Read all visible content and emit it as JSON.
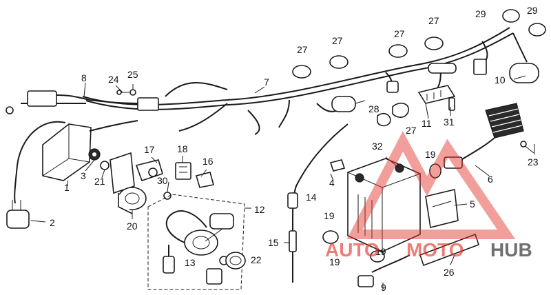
{
  "labels": {
    "l1": "1",
    "l2": "2",
    "l3": "3",
    "l4": "4",
    "l5": "5",
    "l6": "6",
    "l7": "7",
    "l8": "8",
    "l9": "9",
    "l10": "10",
    "l11": "11",
    "l12": "12",
    "l13": "13",
    "l14": "14",
    "l15": "15",
    "l16": "16",
    "l17": "17",
    "l18": "18",
    "l19a": "19",
    "l19b": "19",
    "l19c": "19",
    "l19d": "19",
    "l20": "20",
    "l21": "21",
    "l22": "22",
    "l23": "23",
    "l24": "24",
    "l25": "25",
    "l26": "26",
    "l27a": "27",
    "l27b": "27",
    "l27c": "27",
    "l27d": "27",
    "l27e": "27",
    "l27f": "27",
    "l28": "28",
    "l29a": "29",
    "l29b": "29",
    "l30": "30",
    "l31": "31",
    "l32": "32"
  },
  "watermark": {
    "left": "AUTO",
    "mid": "MOTO",
    "right": "HUB",
    "accent": "#e4322b",
    "dark": "#3a3a3a"
  }
}
